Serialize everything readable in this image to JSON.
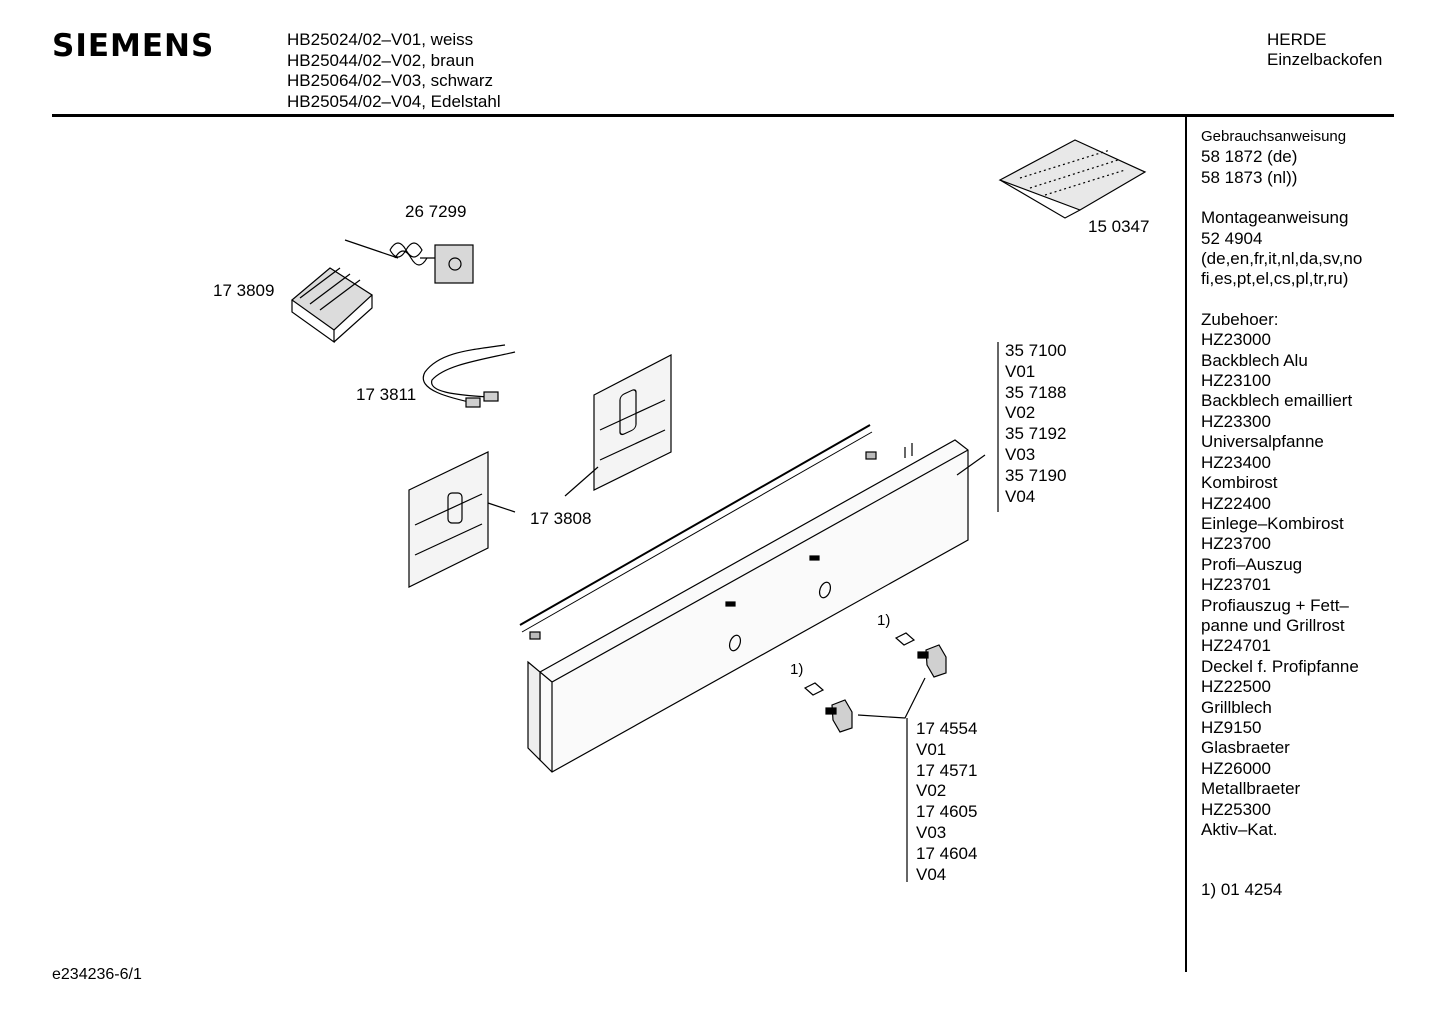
{
  "header": {
    "brand": "SIEMENS",
    "models": [
      "HB25024/02–V01, weiss",
      "HB25044/02–V02, braun",
      "HB25064/02–V03, schwarz",
      "HB25054/02–V04, Edelstahl"
    ],
    "category": "HERDE",
    "subcategory": "Einzelbackofen"
  },
  "sidebar": {
    "manual_label": "Gebrauchsanweisung",
    "manual_codes": [
      "58 1872 (de)",
      "58 1873 (nl))"
    ],
    "assembly_label": "Montageanweisung",
    "assembly_code": "52 4904",
    "assembly_langs": [
      "(de,en,fr,it,nl,da,sv,no",
      "fi,es,pt,el,cs,pl,tr,ru)"
    ],
    "accessories_label": "Zubehoer:",
    "accessories": [
      "HZ23000",
      "Backblech Alu",
      "HZ23100",
      "Backblech emailliert",
      "HZ23300",
      "Universalpfanne",
      "HZ23400",
      "Kombirost",
      "HZ22400",
      "Einlege–Kombirost",
      "HZ23700",
      "Profi–Auszug",
      "HZ23701",
      "Profiauszug + Fett–",
      "panne und Grillrost",
      "HZ24701",
      "Deckel f. Profipfanne",
      "HZ22500",
      "Grillblech",
      "HZ9150",
      "Glasbraeter",
      "HZ26000",
      "Metallbraeter",
      "HZ25300",
      "Aktiv–Kat."
    ],
    "footnote": "1) 01 4254"
  },
  "parts": {
    "screw_bag": "15 0347",
    "thermostat": "26 7299",
    "switch": "17 3809",
    "cable": "17 3811",
    "bracket": "17 3808",
    "note_marker": "1)",
    "panel_variants": [
      "35 7100",
      "V01",
      "35 7188",
      "V02",
      "35 7192",
      "V03",
      "35 7190",
      "V04"
    ],
    "knob_variants": [
      "17 4554",
      "V01",
      "17 4571",
      "V02",
      "17 4605",
      "V03",
      "17 4604",
      "V04"
    ]
  },
  "footer": {
    "doc_id": "e234236-6/1"
  }
}
